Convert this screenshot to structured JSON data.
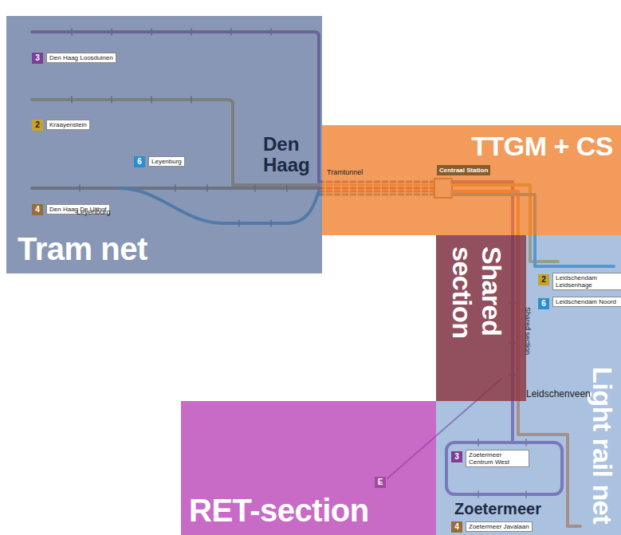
{
  "diagram": {
    "nodes": [
      {
        "text": [
          "Tram net"
        ]
      },
      {
        "text": [
          "TTGM + CS"
        ]
      },
      {
        "text": [
          "Shared section"
        ]
      },
      {
        "text": [
          "Light rail net"
        ]
      },
      {
        "text": [
          "RET-section"
        ]
      }
    ],
    "labels": [
      "Den Haag",
      "3",
      "Den Haag Loosduinen",
      "2",
      "Kraayenstein",
      "6",
      "Leyenburg",
      "4",
      "Den Haag De Uithof",
      "Leyenburg",
      "Tramtunnel",
      "Centraal Station",
      "2",
      "Leidschendam Leidsenhage",
      "6",
      "Leidschendam Noord",
      "Shared section",
      "Leidschenveen",
      "3",
      "Zoetermeer Centrum West",
      "4",
      "Zoetermeer Javalaan",
      "Zoetermeer",
      "E"
    ]
  }
}
